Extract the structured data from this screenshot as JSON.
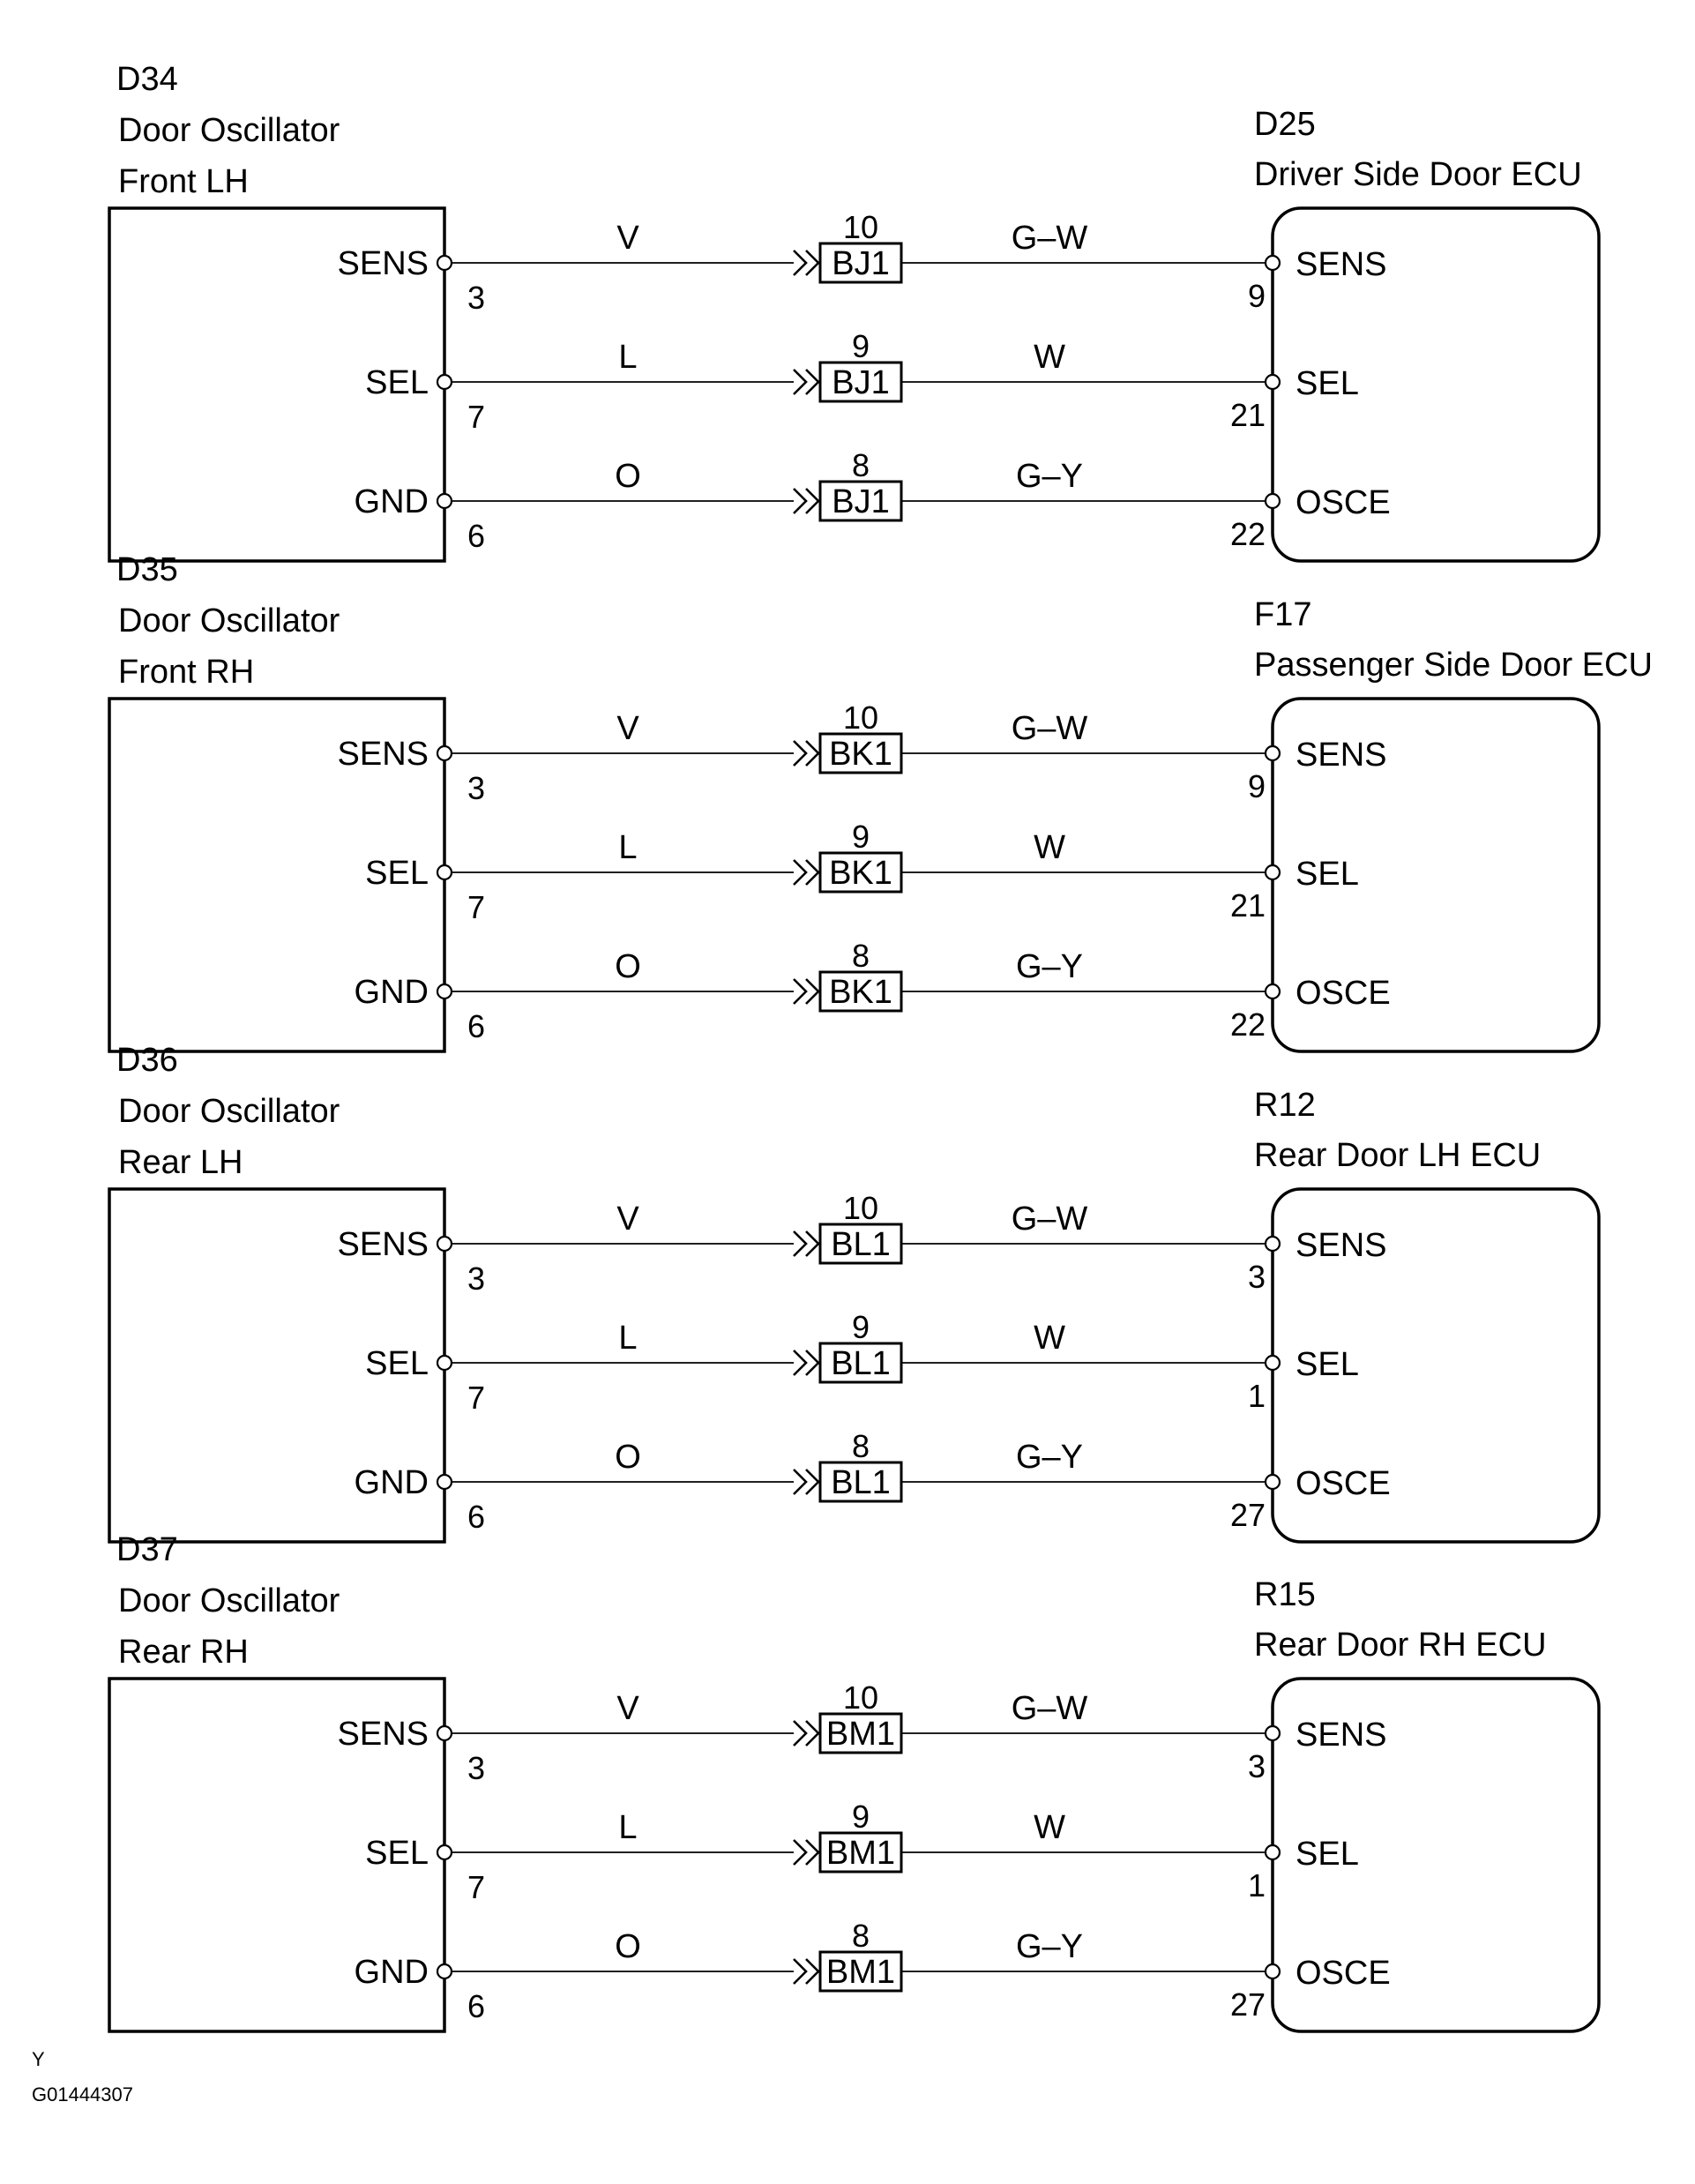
{
  "groups": [
    {
      "left": {
        "id": "D34",
        "name": "Door Oscillator",
        "side": "Front LH"
      },
      "right": {
        "id": "D25",
        "name": "Driver Side Door ECU"
      },
      "rows": [
        {
          "left_pin_label": "SENS",
          "left_pin_num": "3",
          "left_wire": "V",
          "jc_pin": "10",
          "jc_name": "BJ1",
          "right_wire": "G–W",
          "right_pin_num": "9",
          "right_pin_label": "SENS"
        },
        {
          "left_pin_label": "SEL",
          "left_pin_num": "7",
          "left_wire": "L",
          "jc_pin": "9",
          "jc_name": "BJ1",
          "right_wire": "W",
          "right_pin_num": "21",
          "right_pin_label": "SEL"
        },
        {
          "left_pin_label": "GND",
          "left_pin_num": "6",
          "left_wire": "O",
          "jc_pin": "8",
          "jc_name": "BJ1",
          "right_wire": "G–Y",
          "right_pin_num": "22",
          "right_pin_label": "OSCE"
        }
      ]
    },
    {
      "left": {
        "id": "D35",
        "name": "Door Oscillator",
        "side": "Front RH"
      },
      "right": {
        "id": "F17",
        "name": "Passenger Side Door ECU"
      },
      "rows": [
        {
          "left_pin_label": "SENS",
          "left_pin_num": "3",
          "left_wire": "V",
          "jc_pin": "10",
          "jc_name": "BK1",
          "right_wire": "G–W",
          "right_pin_num": "9",
          "right_pin_label": "SENS"
        },
        {
          "left_pin_label": "SEL",
          "left_pin_num": "7",
          "left_wire": "L",
          "jc_pin": "9",
          "jc_name": "BK1",
          "right_wire": "W",
          "right_pin_num": "21",
          "right_pin_label": "SEL"
        },
        {
          "left_pin_label": "GND",
          "left_pin_num": "6",
          "left_wire": "O",
          "jc_pin": "8",
          "jc_name": "BK1",
          "right_wire": "G–Y",
          "right_pin_num": "22",
          "right_pin_label": "OSCE"
        }
      ]
    },
    {
      "left": {
        "id": "D36",
        "name": "Door Oscillator",
        "side": "Rear LH"
      },
      "right": {
        "id": "R12",
        "name": "Rear Door LH ECU"
      },
      "rows": [
        {
          "left_pin_label": "SENS",
          "left_pin_num": "3",
          "left_wire": "V",
          "jc_pin": "10",
          "jc_name": "BL1",
          "right_wire": "G–W",
          "right_pin_num": "3",
          "right_pin_label": "SENS"
        },
        {
          "left_pin_label": "SEL",
          "left_pin_num": "7",
          "left_wire": "L",
          "jc_pin": "9",
          "jc_name": "BL1",
          "right_wire": "W",
          "right_pin_num": "1",
          "right_pin_label": "SEL"
        },
        {
          "left_pin_label": "GND",
          "left_pin_num": "6",
          "left_wire": "O",
          "jc_pin": "8",
          "jc_name": "BL1",
          "right_wire": "G–Y",
          "right_pin_num": "27",
          "right_pin_label": "OSCE"
        }
      ]
    },
    {
      "left": {
        "id": "D37",
        "name": "Door Oscillator",
        "side": "Rear RH"
      },
      "right": {
        "id": "R15",
        "name": "Rear Door RH ECU"
      },
      "rows": [
        {
          "left_pin_label": "SENS",
          "left_pin_num": "3",
          "left_wire": "V",
          "jc_pin": "10",
          "jc_name": "BM1",
          "right_wire": "G–W",
          "right_pin_num": "3",
          "right_pin_label": "SENS"
        },
        {
          "left_pin_label": "SEL",
          "left_pin_num": "7",
          "left_wire": "L",
          "jc_pin": "9",
          "jc_name": "BM1",
          "right_wire": "W",
          "right_pin_num": "1",
          "right_pin_label": "SEL"
        },
        {
          "left_pin_label": "GND",
          "left_pin_num": "6",
          "left_wire": "O",
          "jc_pin": "8",
          "jc_name": "BM1",
          "right_wire": "G–Y",
          "right_pin_num": "27",
          "right_pin_label": "OSCE"
        }
      ]
    }
  ],
  "footer": {
    "letter": "Y",
    "code": "G01444307"
  }
}
